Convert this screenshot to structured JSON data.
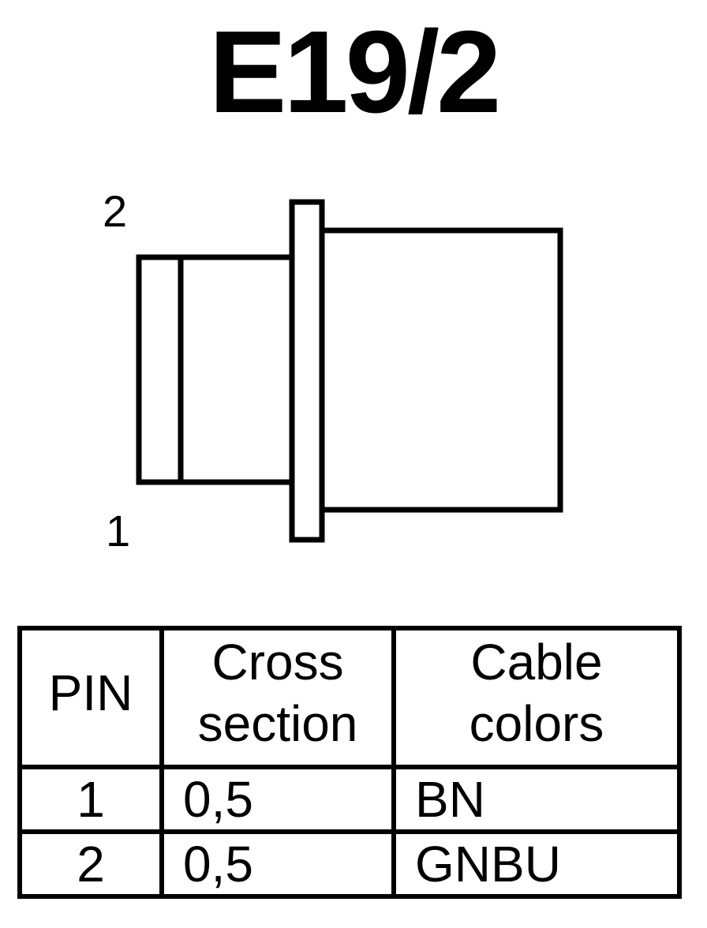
{
  "title": "E19/2",
  "pin_labels": {
    "top": "2",
    "bottom": "1"
  },
  "table": {
    "headers": [
      "PIN",
      "Cross\nsection",
      "Cable\ncolors"
    ],
    "rows": [
      {
        "pin": "1",
        "cross_section": "0,5",
        "cable_color": "BN"
      },
      {
        "pin": "2",
        "cross_section": "0,5",
        "cable_color": "GNBU"
      }
    ]
  },
  "colors": {
    "line": "#000000",
    "background": "#ffffff"
  }
}
